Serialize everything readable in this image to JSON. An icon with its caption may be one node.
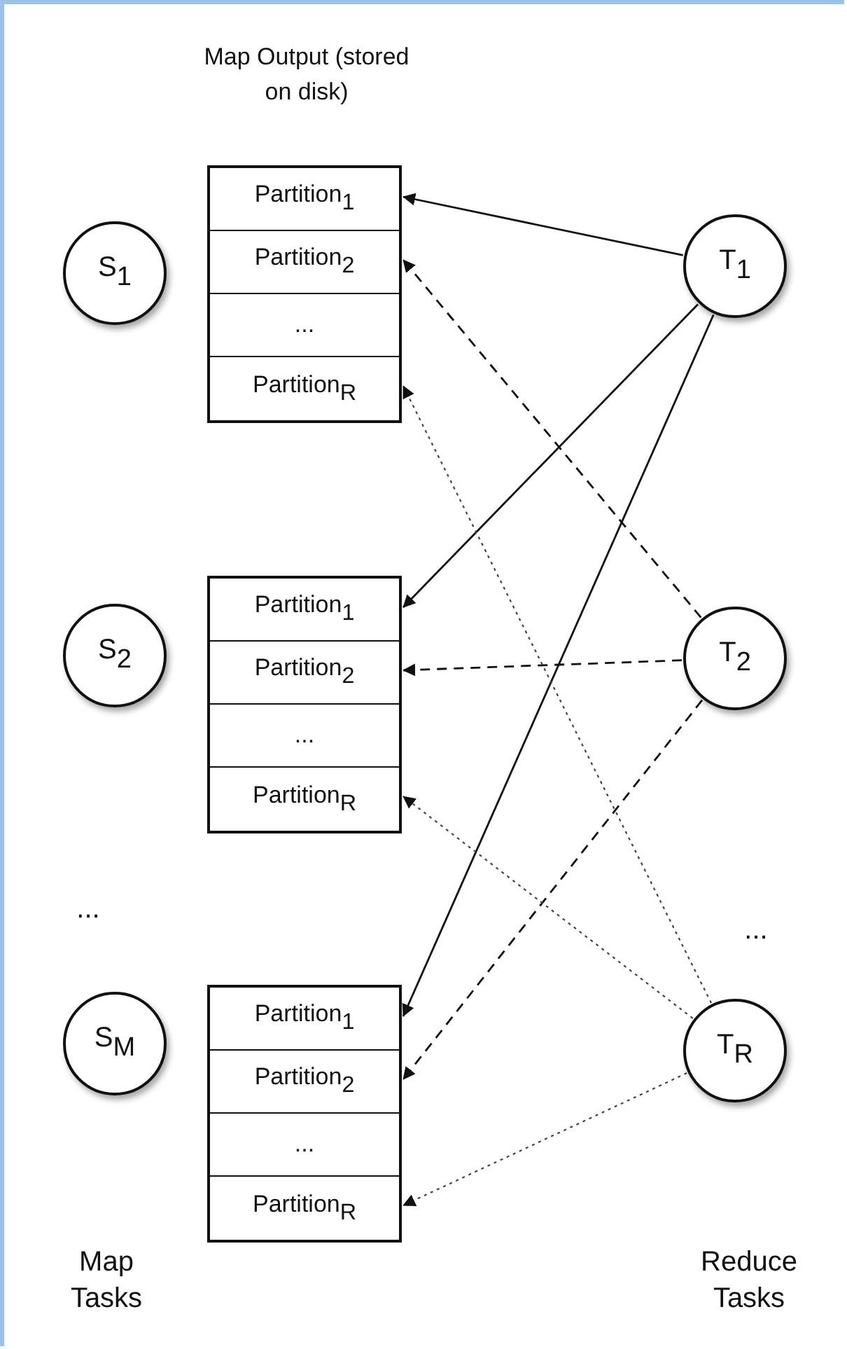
{
  "diagram": {
    "nodes": [
      {
        "text": [
          "Map Output (stored on disk)"
        ]
      },
      {
        "text": [
          "Partition$_{1}$"
        ],
        "in": 0
      },
      {
        "text": [
          "Partition$_{2}$"
        ],
        "in": 0
      },
      {
        "text": [
          "..."
        ],
        "in": 0
      },
      {
        "text": [
          "Partition$_{R}$"
        ],
        "in": 0
      },
      {
        "text": [],
        "shape": "box"
      },
      {
        "text": [
          "Partition$_{1}$"
        ],
        "in": 5
      },
      {
        "text": [
          "Partition$_{2}$"
        ],
        "in": 5
      },
      {
        "text": [
          "..."
        ],
        "in": 5
      },
      {
        "text": [
          "Partition$_{R}$"
        ],
        "in": 5
      },
      {
        "text": [],
        "shape": "box"
      },
      {
        "text": [
          "Partition$_{1}$"
        ],
        "in": 10
      },
      {
        "text": [
          "Partition$_{2}$"
        ],
        "in": 10
      },
      {
        "text": [
          "..."
        ],
        "in": 10
      },
      {
        "text": [
          "Partition$_{R}$"
        ],
        "in": 10
      },
      {
        "text": [
          "S$_{1}$"
        ]
      },
      {
        "text": [
          "S$_{2}$"
        ]
      },
      {
        "text": [
          "S$_{M}$"
        ]
      },
      {
        "text": [
          "T$_{1}$"
        ]
      },
      {
        "text": [
          "T$_{2}$"
        ]
      },
      {
        "text": [
          "T$_{R}$"
        ]
      }
    ],
    "edges": [
      {
        "from": 18,
        "to": 1,
        "arrow": "to"
      },
      {
        "from": 18,
        "to": 6,
        "arrow": "to"
      },
      {
        "from": 18,
        "to": 11,
        "arrow": "to"
      },
      {
        "from": 19,
        "to": 2,
        "arrow": "to",
        "style": "dashed"
      },
      {
        "from": 19,
        "to": 7,
        "arrow": "to",
        "style": "dashed"
      },
      {
        "from": 19,
        "to": 12,
        "arrow": "to",
        "style": "dashed"
      },
      {
        "from": 20,
        "to": 4,
        "arrow": "to",
        "style": "dashed",
        "color": "#444444"
      },
      {
        "from": 20,
        "to": 9,
        "arrow": "to",
        "style": "dashed",
        "color": "#444444"
      },
      {
        "from": 20,
        "to": 14,
        "arrow": "to",
        "style": "dashed",
        "color": "#444444"
      }
    ],
    "labels": [
      "...",
      "...",
      "Map Tasks",
      "Reduce Tasks"
    ]
  }
}
